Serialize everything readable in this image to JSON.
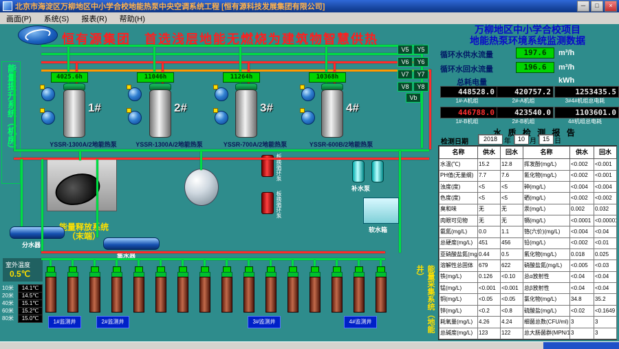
{
  "window": {
    "title": "北京市海淀区万柳地区中小学合校地能热泵中央空调系统工程  [恒有源科技发展集团有限公司]",
    "menu_items": [
      "画面(P)",
      "系统(S)",
      "报表(R)",
      "帮助(H)"
    ],
    "minimize": "─",
    "maximize": "□",
    "close": "×"
  },
  "banner": {
    "slogan": "恒有源集团　首选浅层地能无燃烧为建筑物智慧供热",
    "project_line1": "万柳地区中小学合校项目",
    "project_line2": "地能热泵环境系统监测数据"
  },
  "side_labels": {
    "left_system": "能量提升系统（机房）",
    "release_line1": "能量释放系统",
    "release_line2": "（末端）",
    "collect_system": "能量采集系统（地能井）"
  },
  "outdoor": {
    "label": "室外温度",
    "value": "0.5℃"
  },
  "metrics": [
    {
      "label": "循环水供水流量",
      "value": "197.6",
      "unit": "m³/h"
    },
    {
      "label": "循环水回水流量",
      "value": "196.6",
      "unit": "m³/h"
    },
    {
      "label": "总耗电量",
      "value": "",
      "unit": "kWh"
    }
  ],
  "counters": [
    {
      "value": "448528.0",
      "label": "1#-A机组",
      "color": "#e6e6e6"
    },
    {
      "value": "420757.2",
      "label": "2#-A机组",
      "color": "#e6e6e6"
    },
    {
      "value": "1253435.5",
      "label": "3#4#机组总电耗",
      "color": "#e6e6e6"
    },
    {
      "value": "446788.0",
      "label": "1#-B机组",
      "color": "#ff3030"
    },
    {
      "value": "423540.0",
      "label": "2#-B机组",
      "color": "#e6e6e6"
    },
    {
      "value": "1103601.0",
      "label": "4#机组总电耗",
      "color": "#e6e6e6"
    }
  ],
  "units": [
    {
      "id": "1#",
      "model": "YSSR-1300A/2地能热泵",
      "hours": "4025.6h"
    },
    {
      "id": "2#",
      "model": "YSSR-1300A/2地能热泵",
      "hours": "11046h"
    },
    {
      "id": "3#",
      "model": "YSSR-700A/2地能热泵",
      "hours": "11264h"
    },
    {
      "id": "4#",
      "model": "YSSR-600B/2地能热泵",
      "hours": "10368h"
    }
  ],
  "valves": [
    "V5",
    "Y5",
    "V6",
    "Y6",
    "V7",
    "Y7",
    "V8",
    "Y8",
    "Vb"
  ],
  "equipment_labels": {
    "divider": "分水器",
    "collector": "集水器",
    "makeup_pump": "补水泵",
    "soft_tank": "软水箱",
    "plate_pump_1": "板换循环泵",
    "plate_pump_2": "板换循环泵"
  },
  "well_temps": [
    {
      "depth": "10米",
      "value": "14.1℃"
    },
    {
      "depth": "20米",
      "value": "14.5℃"
    },
    {
      "depth": "40米",
      "value": "15.1℃"
    },
    {
      "depth": "60米",
      "value": "15.2℃"
    },
    {
      "depth": "80米",
      "value": "15.0℃"
    }
  ],
  "well_groups": [
    {
      "label": "1#监测井"
    },
    {
      "label": "2#监测井"
    },
    {
      "label": "3#监测井"
    },
    {
      "label": "4#监测井"
    }
  ],
  "water_report": {
    "title": "水 质 检 测 报 告",
    "date_label": "检测日期",
    "year": "2018",
    "year_unit": "年",
    "month": "10",
    "month_unit": "月",
    "day": "15",
    "day_unit": "日",
    "header": [
      "名称",
      "供水",
      "回水",
      "名称",
      "供水",
      "回水"
    ],
    "rows": [
      [
        "水温(℃)",
        "15.2",
        "12.8",
        "挥发酚(mg/L)",
        "<0.002",
        "<0.001"
      ],
      [
        "PH值(无量纲)",
        "7.7",
        "7.6",
        "氰化物(mg/L)",
        "<0.002",
        "<0.001"
      ],
      [
        "浊度(度)",
        "<5",
        "<5",
        "砷(mg/L)",
        "<0.004",
        "<0.004"
      ],
      [
        "色度(度)",
        "<5",
        "<5",
        "硒(mg/L)",
        "<0.002",
        "<0.002"
      ],
      [
        "臭和味",
        "无",
        "无",
        "汞(mg/L)",
        "0.002",
        "0.032"
      ],
      [
        "肉眼可见物",
        "无",
        "无",
        "镉(mg/L)",
        "<0.0001",
        "<0.00001"
      ],
      [
        "氨氮(mg/L)",
        "0.0",
        "1.1",
        "铬(六价)(mg/L)",
        "<0.004",
        "<0.04"
      ],
      [
        "总硬度(mg/L)",
        "451",
        "456",
        "铅(mg/L)",
        "<0.002",
        "<0.01"
      ],
      [
        "亚硝酸盐氮(mg/L)",
        "0.44",
        "0.5",
        "氟化物(mg/L)",
        "0.018",
        "0.025"
      ],
      [
        "溶解性总固体",
        "679",
        "622",
        "硝酸盐氮(mg/L)",
        "<0.005",
        "<0.03"
      ],
      [
        "铁(mg/L)",
        "0.126",
        "<0.10",
        "总α放射性",
        "<0.04",
        "<0.04"
      ],
      [
        "锰(mg/L)",
        "<0.001",
        "<0.001",
        "总β放射性",
        "<0.04",
        "<0.04"
      ],
      [
        "铜(mg/L)",
        "<0.05",
        "<0.05",
        "氯化物(mg/L)",
        "34.8",
        "35.2"
      ],
      [
        "锌(mg/L)",
        "<0.2",
        "<0.8",
        "硫酸盐(mg/L)",
        "<0.02",
        "<0.1649"
      ],
      [
        "耗氧量(mg/L)",
        "4.26",
        "4.24",
        "细菌总数(CFU/ml)",
        "3",
        "3"
      ],
      [
        "总碱度(mg/L)",
        "123",
        "122",
        "总大肠菌群(MPN/100ml)",
        "3",
        "3"
      ]
    ]
  }
}
